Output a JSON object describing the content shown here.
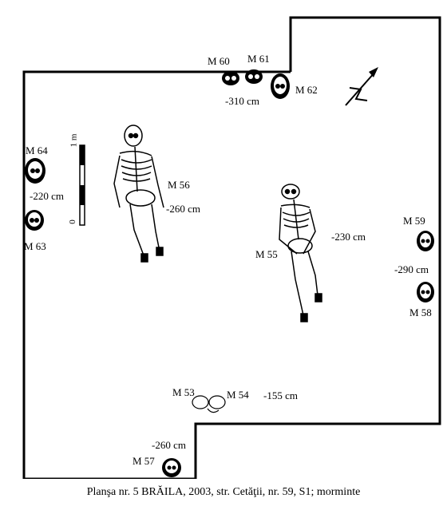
{
  "burials": [
    {
      "id": "M 53",
      "depth": ""
    },
    {
      "id": "M 54",
      "depth": "-155 cm"
    },
    {
      "id": "M 55",
      "depth": "-230 cm"
    },
    {
      "id": "M 56",
      "depth": "-260 cm"
    },
    {
      "id": "M 57",
      "depth": "-260 cm"
    },
    {
      "id": "M 58",
      "depth": ""
    },
    {
      "id": "M 59",
      "depth": "-290 cm"
    },
    {
      "id": "M 60",
      "depth": ""
    },
    {
      "id": "M 61",
      "depth": ""
    },
    {
      "id": "M 62",
      "depth": "-310 cm"
    },
    {
      "id": "M 63",
      "depth": ""
    },
    {
      "id": "M 64",
      "depth": "-220 cm"
    }
  ],
  "scale": {
    "top": "1 m",
    "bottom": "0"
  },
  "caption": "Planşa nr. 5 BRĂILA, 2003, str. Cetăţii, nr. 59, S1; morminte"
}
